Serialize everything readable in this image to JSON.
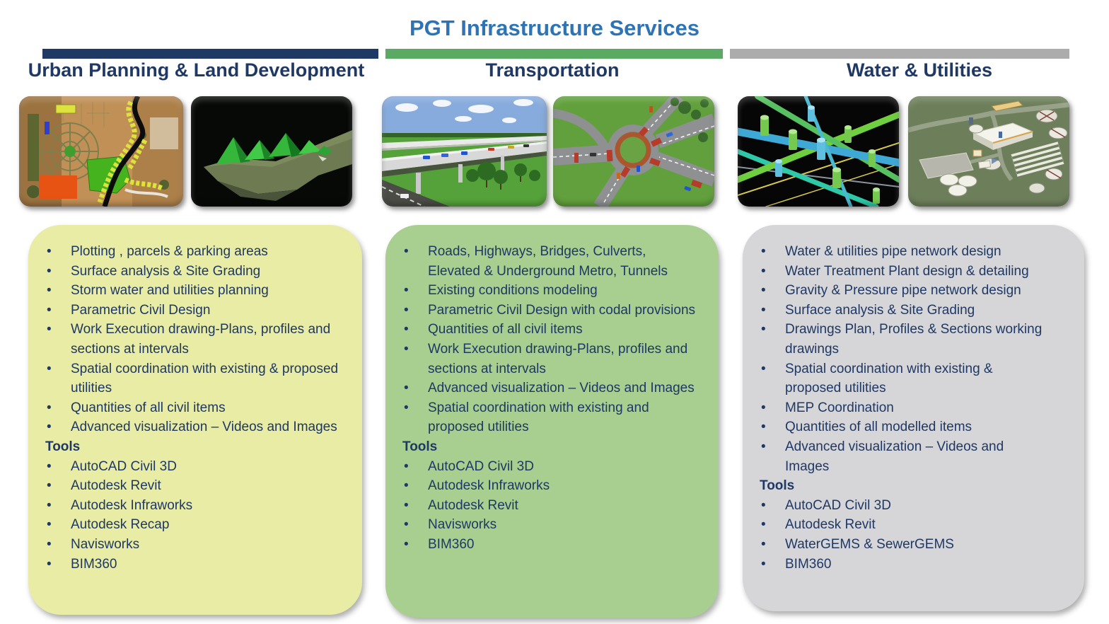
{
  "title": "PGT Infrastructure Services",
  "colors": {
    "title-blue": "#2E74B5",
    "heading-navy": "#1F3864",
    "text-navy": "#1F3864",
    "background": "#FFFFFF"
  },
  "columns": [
    {
      "header": "Urban Planning & Land Development",
      "bar_color": "#203864",
      "card_color": "#E8ECA5",
      "images": [
        "land-plan-aerial",
        "terrain-model-3d"
      ],
      "services": [
        "Plotting , parcels & parking areas",
        "Surface analysis & Site Grading",
        "Storm water and utilities planning",
        "Parametric Civil Design",
        "Work Execution drawing-Plans, profiles and sections at intervals",
        "Spatial coordination with existing & proposed utilities",
        "Quantities of all civil items",
        "Advanced visualization – Videos and Images"
      ],
      "tools_label": "Tools",
      "tools": [
        "AutoCAD Civil 3D",
        "Autodesk Revit",
        "Autodesk Infraworks",
        "Autodesk Recap",
        "Navisworks",
        "BIM360"
      ]
    },
    {
      "header": "Transportation",
      "bar_color": "#5AAA64",
      "card_color": "#A8CE90",
      "images": [
        "highway-interchange-render",
        "roundabout-aerial-render"
      ],
      "services": [
        "Roads, Highways, Bridges, Culverts, Elevated & Underground Metro, Tunnels",
        "Existing conditions modeling",
        "Parametric Civil Design with codal provisions",
        "Quantities of all civil items",
        "Work Execution drawing-Plans, profiles and sections at intervals",
        "Advanced visualization – Videos and Images",
        "Spatial coordination with existing and proposed utilities"
      ],
      "tools_label": "Tools",
      "tools": [
        "AutoCAD Civil 3D",
        "Autodesk Infraworks",
        "Autodesk Revit",
        "Navisworks",
        "BIM360"
      ]
    },
    {
      "header": "Water & Utilities",
      "bar_color": "#ACACAC",
      "card_color": "#D6D6D9",
      "images": [
        "pipe-network-3d",
        "water-treatment-plant-render"
      ],
      "services": [
        "Water & utilities pipe network design",
        "Water Treatment Plant design & detailing",
        "Gravity & Pressure pipe network design",
        "Surface analysis & Site Grading",
        "Drawings Plan, Profiles & Sections working drawings",
        "Spatial coordination with existing & proposed utilities",
        "MEP Coordination",
        "Quantities of all modelled items",
        "Advanced visualization – Videos and Images"
      ],
      "tools_label": "Tools",
      "tools": [
        "AutoCAD Civil 3D",
        "Autodesk Revit",
        "WaterGEMS & SewerGEMS",
        "BIM360"
      ]
    }
  ]
}
